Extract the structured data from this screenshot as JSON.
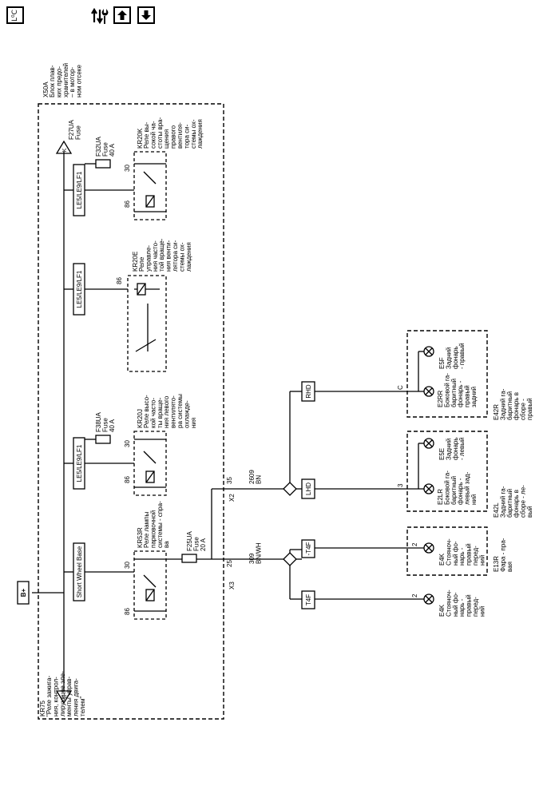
{
  "toolbar": {
    "legend_button_text": "L⁰C",
    "routing_icon": "wrench-up-down-icon",
    "up_icon": "arrow-up-icon",
    "down_icon": "arrow-down-icon"
  },
  "module": {
    "id": "X50A",
    "name": [
      "Блок плав-",
      "ких предо-",
      "хранителей",
      "– в мотор-",
      "ном отсеке"
    ]
  },
  "supply": {
    "battery": "B+",
    "relay_id": "KR75",
    "relay_desc": [
      "\"Реле зажига-",
      "ния, контрол-",
      "лирующее эле-",
      "менты управ-",
      "ления двига-",
      "телем\""
    ],
    "pin_g": "G",
    "pin_k": "K",
    "fuse_f27ua": [
      "F27UA",
      "Fuse"
    ]
  },
  "option_boxes": {
    "short_wheel_base": "Short Wheel Base",
    "le5_1": "LE5/LE9/LF1",
    "le5_2": "LE5/LE9/LF1",
    "le5_3": "LE5/LE9/LF1"
  },
  "relays": {
    "kr53r": {
      "id": "KR53R",
      "desc": [
        "Реле лампы",
        "парковочной",
        "системы - спра-",
        "ва"
      ],
      "pin_top": "30",
      "pin_bottom": "86"
    },
    "kr20j": {
      "id": "KR20J",
      "desc": [
        "Реле высо-",
        "кой часто-",
        "ты враще-",
        "ния левого",
        "вентилято-",
        "ра системы",
        "охлажде-",
        "ния"
      ],
      "pin_top": "30",
      "pin_bottom": "86"
    },
    "kr20e": {
      "id": "KR20E",
      "desc": [
        "Реле",
        "управле-",
        "ния часто-",
        "той враще-",
        "ния венти-",
        "лятора си-",
        "стемы ох-",
        "лаждения"
      ],
      "pin_top": "86"
    },
    "kr20k": {
      "id": "KR20K",
      "desc": [
        "Реле вы-",
        "сокой ча-",
        "стоты вра-",
        "щения",
        "правого",
        "вентиля-",
        "тора си-",
        "стемы ох-",
        "лаждения"
      ],
      "pin_top": "30",
      "pin_bottom": "86"
    }
  },
  "fuses": {
    "f25ua": [
      "F25UA",
      "Fuse",
      "20 A"
    ],
    "f38ua": [
      "F38UA",
      "Fuse",
      "40 A"
    ],
    "f32ua": [
      "F32UA",
      "Fuse",
      "40 A"
    ]
  },
  "wires": {
    "x3_conn": "X3",
    "x3_pin": "25",
    "x2_conn": "X2",
    "x2_pin": "35",
    "w309": [
      "309",
      "BN/WH"
    ],
    "w2609": [
      "2609",
      "BN"
    ]
  },
  "harness_options": {
    "t4f": "T4F",
    "not_t4f": "-T4F",
    "lhd": "LHD",
    "rhd": "RHD"
  },
  "lamps": {
    "e4k_a": {
      "pin": "2",
      "desc": [
        "E4K",
        "Стояноч-",
        "ный фо-",
        "нарь -",
        "правый",
        "перед-",
        "ний"
      ]
    },
    "e4k_b": {
      "pin": "2",
      "desc": [
        "E4K",
        "Стояноч-",
        "ный фо-",
        "нарь -",
        "правый",
        "перед-",
        "ний"
      ]
    },
    "e13r": [
      "E13R",
      "Фара - пра-",
      "вая"
    ],
    "e2lr": {
      "pin": "3",
      "desc": [
        "E2LR",
        "Боковой га-",
        "баритный",
        "фонарь -",
        "левый зад-",
        "ний"
      ]
    },
    "e5e": [
      "E5E",
      "Задний",
      "фонарь",
      "- левый"
    ],
    "e42l": [
      "E42L",
      "Задний га-",
      "баритный",
      "фонарь в",
      "сборе - ле-",
      "вый"
    ],
    "e2rr": {
      "pin": "C",
      "desc": [
        "E2RR",
        "Боковой га-",
        "баритный",
        "фонарь -",
        "правый",
        "задний"
      ]
    },
    "e5f": [
      "E5F",
      "Задний",
      "фонарь",
      "- правый"
    ],
    "e42r": [
      "E42R",
      "Задний га-",
      "баритный",
      "фонарь в",
      "сборе -",
      "правый"
    ]
  }
}
